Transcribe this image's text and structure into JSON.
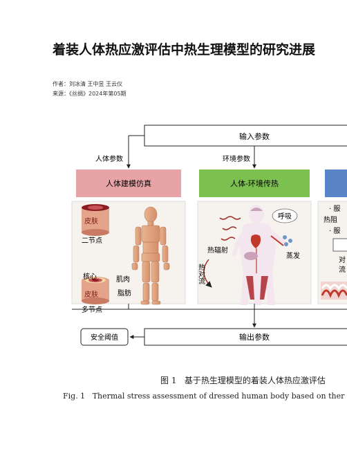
{
  "article": {
    "title": "着装人体热应激评估中热生理模型的研究进展",
    "authors_label": "作者：",
    "authors": "刘冰清 王中昱 王云仪",
    "source_label": "来源：",
    "source": "《丝绸》2024年第05期"
  },
  "figure": {
    "input_params": "输入参数",
    "human_params": "人体参数",
    "env_params": "环境参数",
    "panel1_header": "人体建模仿真",
    "panel2_header": "人体-环境传热",
    "panel1": {
      "skin_top": "皮肤",
      "two_node": "二节点",
      "core": "核心",
      "muscle": "肌肉",
      "fat": "脂肪",
      "skin_bottom": "皮肤",
      "multi_node": "多节点"
    },
    "panel2": {
      "breath": "呼吸",
      "radiation": "热辐射",
      "convection": "热对流",
      "evaporation": "蒸发"
    },
    "panel3": {
      "bullet1": "· 服",
      "heat_resist": "热阻",
      "bullet2": "· 服",
      "convect_short": "对",
      "flow_short": "流"
    },
    "safety_threshold": "安全阈值",
    "output_params": "输出参数",
    "colors": {
      "panel1_header": "#e8a3a6",
      "panel2_header": "#7cc04f",
      "panel3_header": "#5a84c8",
      "panel_bg": "#f6f3ef"
    }
  },
  "caption": {
    "cn_label": "图 1",
    "cn_text": "基于热生理模型的着装人体热应激评估",
    "en_label": "Fig. 1",
    "en_text": "Thermal stress assessment of dressed human body based on ther"
  }
}
